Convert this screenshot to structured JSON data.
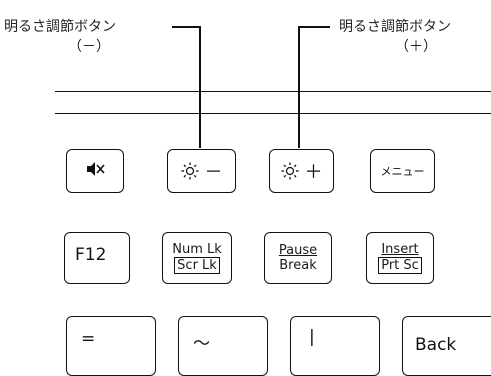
{
  "callouts": {
    "left": {
      "label": "明るさ調節ボタン",
      "sub": "（－）"
    },
    "right": {
      "label": "明るさ調節ボタン",
      "sub": "（＋）"
    }
  },
  "keys": {
    "brightness_down": {
      "sign": "－"
    },
    "brightness_up": {
      "sign": "＋"
    },
    "menu": {
      "label": "メニュー"
    },
    "f12": {
      "label": "F12"
    },
    "numlk": {
      "top": "Num Lk",
      "bottom": "Scr Lk"
    },
    "pause": {
      "top": "Pause",
      "bottom": "Break"
    },
    "insert": {
      "top": "Insert",
      "bottom": "Prt Sc"
    },
    "equals": {
      "label": "="
    },
    "tilde": {
      "label": "～"
    },
    "pipe": {
      "label": "|"
    },
    "back": {
      "label": "Back"
    }
  }
}
